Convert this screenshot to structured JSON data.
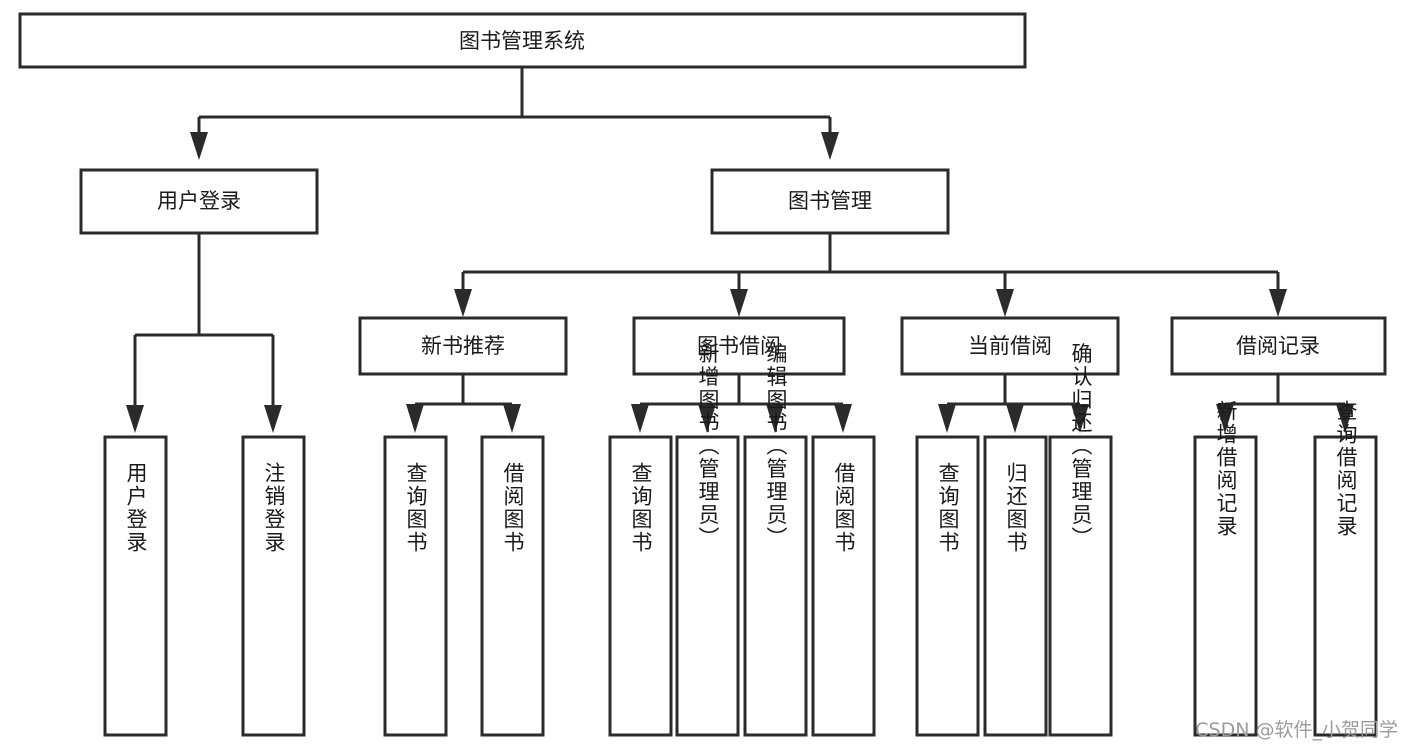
{
  "diagram": {
    "title": "图书管理系统",
    "type": "tree-hierarchy",
    "orientation": "top-down",
    "colors": {
      "box_fill": "#ffffff",
      "box_stroke": "#2b2b2b",
      "connector": "#2b2b2b",
      "text": "#1a1a1a",
      "background": "#ffffff",
      "watermark": "#9b9b9b"
    },
    "root": {
      "label": "图书管理系统",
      "orientation": "horizontal"
    },
    "level2": [
      {
        "label": "用户登录",
        "orientation": "horizontal"
      },
      {
        "label": "图书管理",
        "orientation": "horizontal"
      }
    ],
    "level3": [
      {
        "label": "新书推荐",
        "orientation": "horizontal",
        "parent": "图书管理"
      },
      {
        "label": "图书借阅",
        "orientation": "horizontal",
        "parent": "图书管理"
      },
      {
        "label": "当前借阅",
        "orientation": "horizontal",
        "parent": "图书管理"
      },
      {
        "label": "借阅记录",
        "orientation": "horizontal",
        "parent": "图书管理"
      }
    ],
    "leaves": {
      "用户登录": [
        {
          "label": "用户登录",
          "orientation": "vertical"
        },
        {
          "label": "注销登录",
          "orientation": "vertical"
        }
      ],
      "新书推荐": [
        {
          "label": "查询图书",
          "orientation": "vertical"
        },
        {
          "label": "借阅图书",
          "orientation": "vertical"
        }
      ],
      "图书借阅": [
        {
          "label": "查询图书",
          "orientation": "vertical"
        },
        {
          "label": "新增图书（管理员）",
          "orientation": "vertical"
        },
        {
          "label": "编辑图书（管理员）",
          "orientation": "vertical"
        },
        {
          "label": "借阅图书",
          "orientation": "vertical"
        }
      ],
      "当前借阅": [
        {
          "label": "查询图书",
          "orientation": "vertical"
        },
        {
          "label": "归还图书",
          "orientation": "vertical"
        },
        {
          "label": "确认归还（管理员）",
          "orientation": "vertical"
        }
      ],
      "借阅记录": [
        {
          "label": "新增借阅记录",
          "orientation": "vertical"
        },
        {
          "label": "查询借阅记录",
          "orientation": "vertical"
        }
      ]
    }
  },
  "watermark": {
    "text": "CSDN @软件_小贺同学"
  },
  "nodes": {
    "root": "图书管理系统",
    "user_login": "用户登录",
    "book_manage": "图书管理",
    "new_book_rec": "新书推荐",
    "book_borrow": "图书借阅",
    "current_borrow": "当前借阅",
    "borrow_record": "借阅记录",
    "leaf_user_login": "用户登录",
    "leaf_user_logout": "注销登录",
    "leaf_rec_query": "查询图书",
    "leaf_rec_borrow": "借阅图书",
    "leaf_borrow_query": "查询图书",
    "leaf_borrow_add": "新增图书（管理员）",
    "leaf_borrow_edit": "编辑图书（管理员）",
    "leaf_borrow_do": "借阅图书",
    "leaf_cur_query": "查询图书",
    "leaf_cur_return": "归还图书",
    "leaf_cur_confirm": "确认归还（管理员）",
    "leaf_rec_add": "新增借阅记录",
    "leaf_rec_query2": "查询借阅记录"
  }
}
